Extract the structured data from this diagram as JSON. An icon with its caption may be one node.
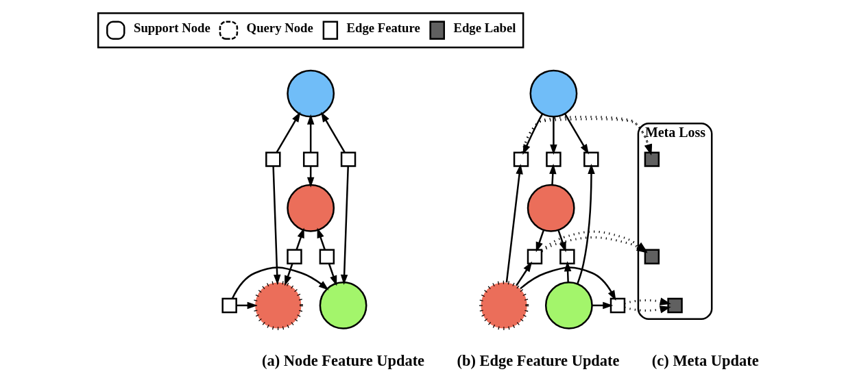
{
  "diagram": {
    "nodes": [
      {
        "text": [],
        "shape": "circle"
      },
      {
        "text": [],
        "shape": "circle"
      },
      {
        "text": [],
        "shape": "circle"
      },
      {
        "text": [],
        "shape": "circle"
      },
      {
        "text": [],
        "shape": "box"
      },
      {
        "text": [],
        "shape": "box"
      },
      {
        "text": [],
        "shape": "box"
      },
      {
        "text": [],
        "shape": "box"
      },
      {
        "text": [],
        "shape": "box"
      },
      {
        "text": [],
        "shape": "box"
      },
      {
        "text": [],
        "shape": "circle"
      },
      {
        "text": [],
        "shape": "circle"
      },
      {
        "text": [],
        "shape": "circle"
      },
      {
        "text": [],
        "shape": "circle"
      },
      {
        "text": [],
        "shape": "box"
      },
      {
        "text": [],
        "shape": "box"
      },
      {
        "text": [],
        "shape": "box"
      },
      {
        "text": [],
        "shape": "box"
      },
      {
        "text": [],
        "shape": "box"
      },
      {
        "text": [],
        "shape": "box"
      },
      {
        "text": [
          "Meta Loss"
        ]
      },
      {
        "text": [],
        "shape": "box",
        "in": 20
      },
      {
        "text": [],
        "shape": "box",
        "in": 20
      },
      {
        "text": [],
        "shape": "box",
        "in": 20
      }
    ],
    "edges": [
      {
        "from": 4,
        "to": 0,
        "arrow": "to"
      },
      {
        "from": 4,
        "to": 1,
        "arrow": "to"
      },
      {
        "from": 5,
        "to": 0,
        "arrow": "to"
      },
      {
        "from": 5,
        "to": 2,
        "arrow": "to"
      },
      {
        "from": 6,
        "to": 0,
        "arrow": "to"
      },
      {
        "from": 6,
        "to": 3,
        "arrow": "to"
      },
      {
        "from": 7,
        "to": 1,
        "arrow": "to"
      },
      {
        "from": 7,
        "to": 2,
        "arrow": "to"
      },
      {
        "from": 8,
        "to": 1,
        "arrow": "to"
      },
      {
        "from": 8,
        "to": 3,
        "arrow": "to"
      },
      {
        "from": 9,
        "to": 2,
        "arrow": "to"
      },
      {
        "from": 9,
        "to": 3,
        "arrow": "to"
      },
      {
        "from": 10,
        "to": 14,
        "arrow": "to"
      },
      {
        "from": 11,
        "to": 14,
        "arrow": "to"
      },
      {
        "from": 10,
        "to": 15,
        "arrow": "to"
      },
      {
        "from": 12,
        "to": 15,
        "arrow": "to"
      },
      {
        "from": 10,
        "to": 16,
        "arrow": "to"
      },
      {
        "from": 13,
        "to": 16,
        "arrow": "to"
      },
      {
        "from": 11,
        "to": 17,
        "arrow": "to"
      },
      {
        "from": 12,
        "to": 17,
        "arrow": "to"
      },
      {
        "from": 11,
        "to": 18,
        "arrow": "to"
      },
      {
        "from": 13,
        "to": 18,
        "arrow": "to"
      },
      {
        "from": 12,
        "to": 19,
        "arrow": "to"
      },
      {
        "from": 13,
        "to": 19,
        "arrow": "to"
      },
      {
        "from": 15,
        "to": 21,
        "arrow": "to",
        "style": "dashed"
      },
      {
        "from": 17,
        "to": 22,
        "arrow": "to",
        "style": "dashed"
      },
      {
        "from": 19,
        "to": 23,
        "arrow": "to",
        "style": "dashed"
      }
    ],
    "labels": [
      "(a) Node Feature Update",
      "(b) Edge Feature Update",
      "(c) Meta Update"
    ],
    "legend": [
      {
        "text": "Support Node"
      },
      {
        "text": "Query Node"
      },
      {
        "text": "Edge Feature"
      },
      {
        "text": "Edge Label"
      }
    ]
  }
}
